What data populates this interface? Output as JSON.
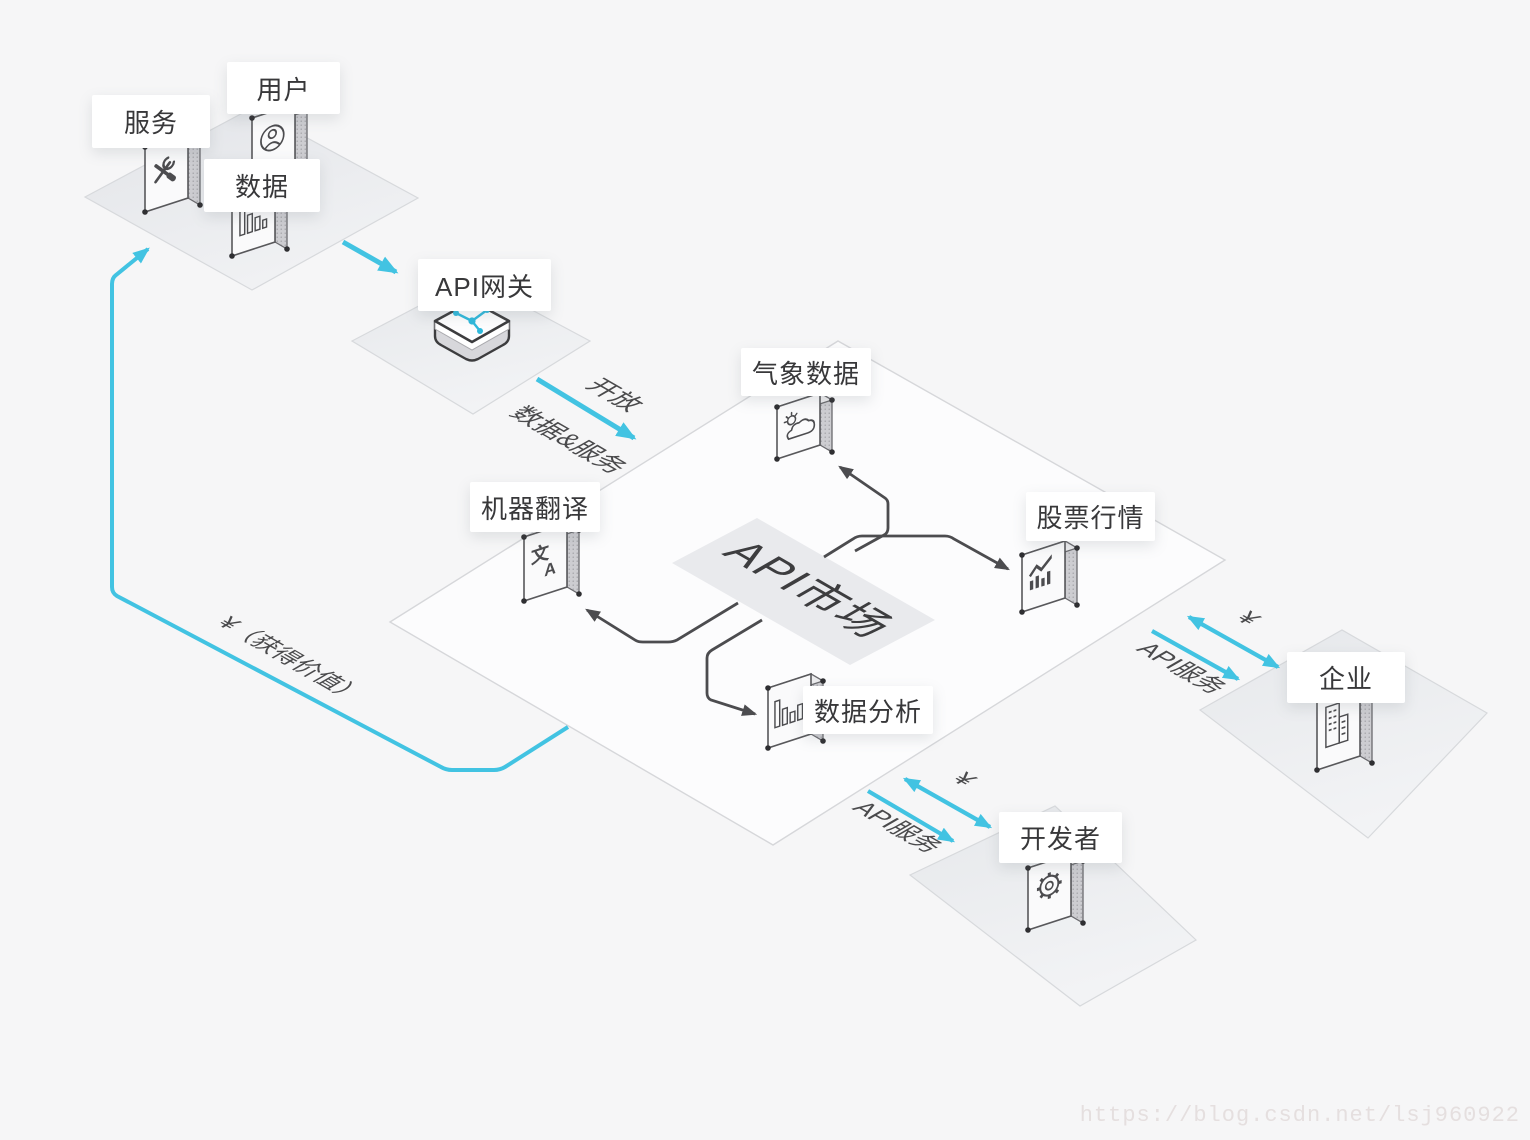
{
  "title": "API marketplace isometric diagram",
  "nodes": {
    "service": {
      "label": "服务",
      "icon": "tools-icon"
    },
    "user": {
      "label": "用户",
      "icon": "user-icon"
    },
    "data": {
      "label": "数据",
      "icon": "bar-data-icon"
    },
    "gateway": {
      "label": "API网关",
      "icon": "hub-icon"
    },
    "weather": {
      "label": "气象数据",
      "icon": "sun-cloud-icon"
    },
    "translate": {
      "label": "机器翻译",
      "icon": "translate-icon"
    },
    "stock": {
      "label": "股票行情",
      "icon": "stock-chart-icon"
    },
    "analysis": {
      "label": "数据分析",
      "icon": "bar-analysis-icon"
    },
    "enterprise": {
      "label": "企业",
      "icon": "building-icon"
    },
    "developer": {
      "label": "开发者",
      "icon": "gear-icon"
    }
  },
  "market": {
    "title": "API市场"
  },
  "flows": {
    "open_line1": "开放",
    "open_line2": "数据&服务",
    "gain_value": "¥（获得价值）",
    "enterprise_currency": "¥",
    "enterprise_service": "API服务",
    "developer_currency": "¥",
    "developer_service": "API服务"
  },
  "colors": {
    "accent_cyan": "#42c3e2",
    "arrow_dark": "#4c4c4f",
    "label_text": "#38383a",
    "background": "#f6f6f7"
  },
  "watermark": "https://blog.csdn.net/lsj960922"
}
